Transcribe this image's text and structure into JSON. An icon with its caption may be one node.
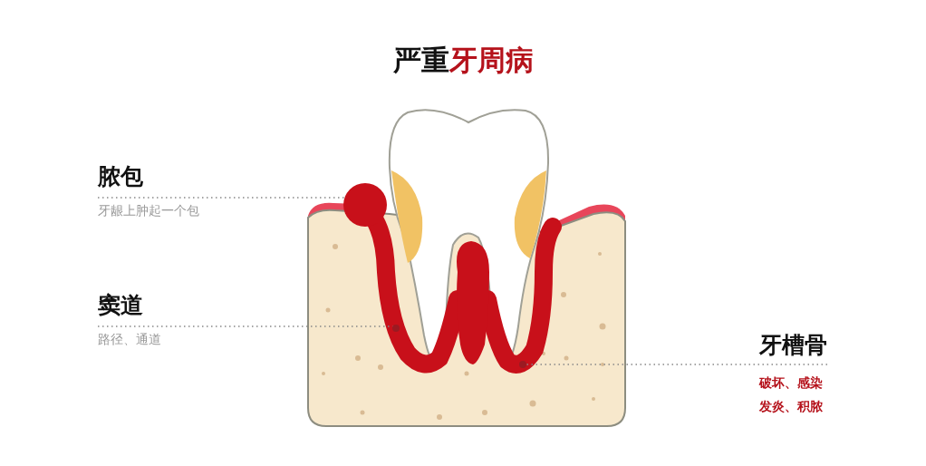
{
  "diagram": {
    "title": "严重牙周病",
    "nodes": [
      {
        "text": [
          "脓包",
          "牙龈上肿起一个包"
        ]
      },
      {
        "text": [
          "窦道",
          "路径、通道"
        ]
      },
      {
        "text": [
          "牙槽骨",
          "破坏、感染",
          "发炎、积脓"
        ]
      },
      {
        "text": [],
        "shape": "circle"
      },
      {
        "text": [],
        "shape": "circle"
      },
      {
        "text": [],
        "shape": "circle"
      }
    ],
    "edges": [
      {
        "from": 0,
        "to": 3,
        "arrow": "none",
        "style": "dashed"
      },
      {
        "from": 1,
        "to": 4,
        "arrow": "none",
        "style": "dashed"
      },
      {
        "from": 2,
        "to": 5,
        "arrow": "none",
        "style": "dashed"
      }
    ]
  }
}
